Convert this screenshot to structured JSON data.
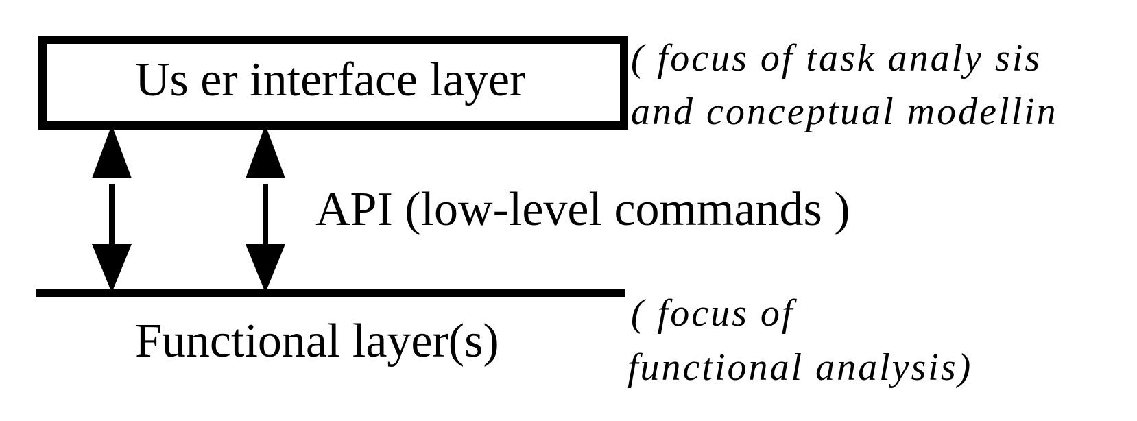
{
  "diagram": {
    "ui_layer": {
      "label": "Us er interface layer"
    },
    "functional_layer": {
      "label": "Functional layer(s)"
    },
    "api": {
      "label": "API (low-level commands )"
    },
    "notes": {
      "top_line1": "( focus of task analy sis",
      "top_line2": "and conceptual modellin",
      "bottom_line1": "( focus of",
      "bottom_line2": "functional analysis)"
    }
  }
}
